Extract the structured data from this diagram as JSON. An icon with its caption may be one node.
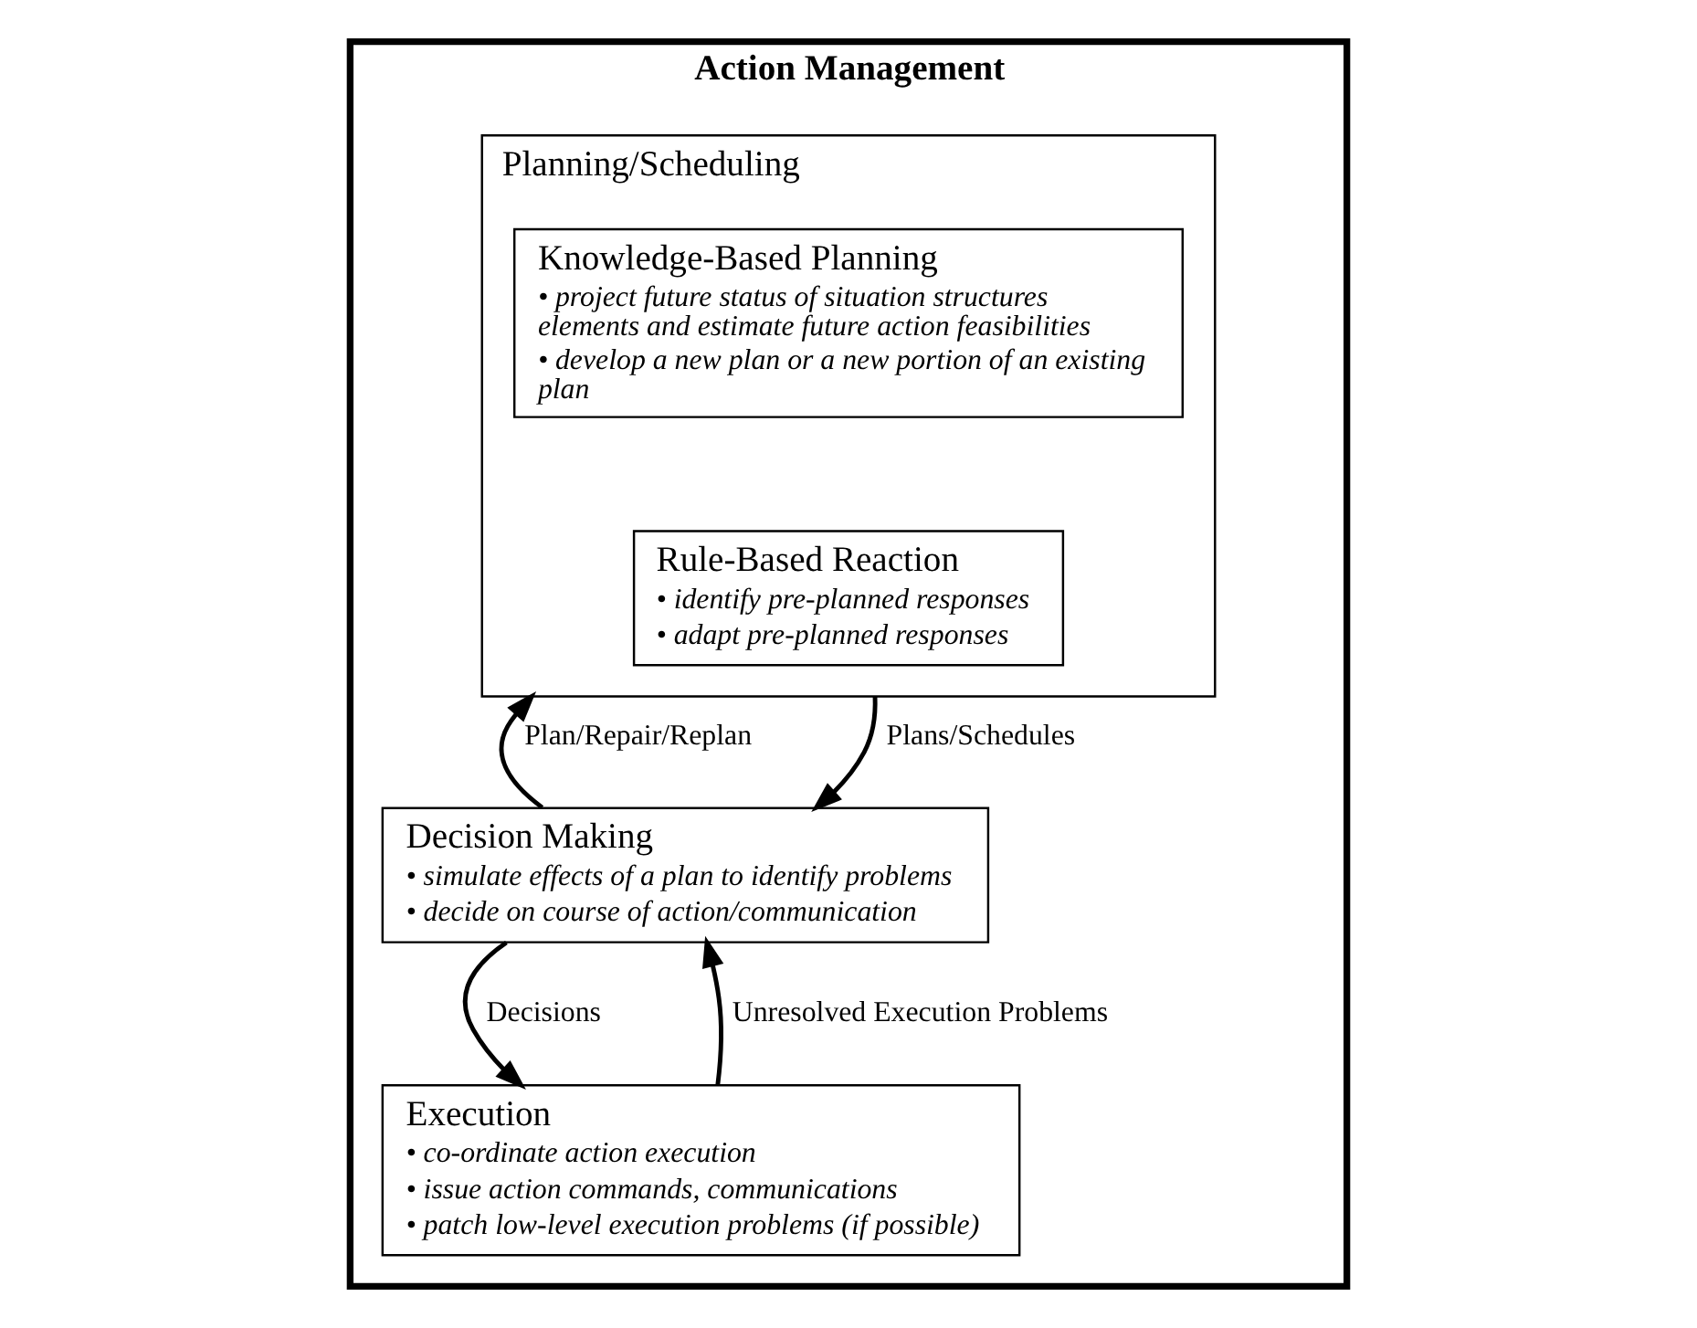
{
  "diagram": {
    "nodes": [
      {
        "text": [
          "Action Management"
        ]
      },
      {
        "text": [
          "Planning/Scheduling"
        ],
        "in": 0
      },
      {
        "text": [
          "Knowledge-Based Planning",
          "• project future status of situation structures elements and estimate future action feasibilities",
          "• develop a new plan or a new portion of an existing plan"
        ],
        "in": 1
      },
      {
        "text": [
          "Rule-Based Reaction",
          "• identify pre-planned responses",
          "• adapt pre-planned responses"
        ],
        "in": 1
      },
      {
        "text": [
          "Decision Making",
          "• simulate effects of a plan to identify problems",
          "• decide on course of action/communication"
        ],
        "in": 0
      },
      {
        "text": [
          "Execution",
          "• co-ordinate action execution",
          "• issue action commands, communications",
          "• patch low-level execution problems (if possible)"
        ],
        "in": 0
      }
    ],
    "edges": [
      {
        "from": 4,
        "to": 1,
        "arrow": "to",
        "label": "Plan/Repair/Replan"
      },
      {
        "from": 1,
        "to": 4,
        "arrow": "to",
        "label": "Plans/Schedules"
      },
      {
        "from": 5,
        "to": 4,
        "arrow": "to",
        "label": "Unresolved Execution Problems"
      },
      {
        "from": 4,
        "to": 5,
        "arrow": "to",
        "label": "Decisions"
      }
    ]
  }
}
